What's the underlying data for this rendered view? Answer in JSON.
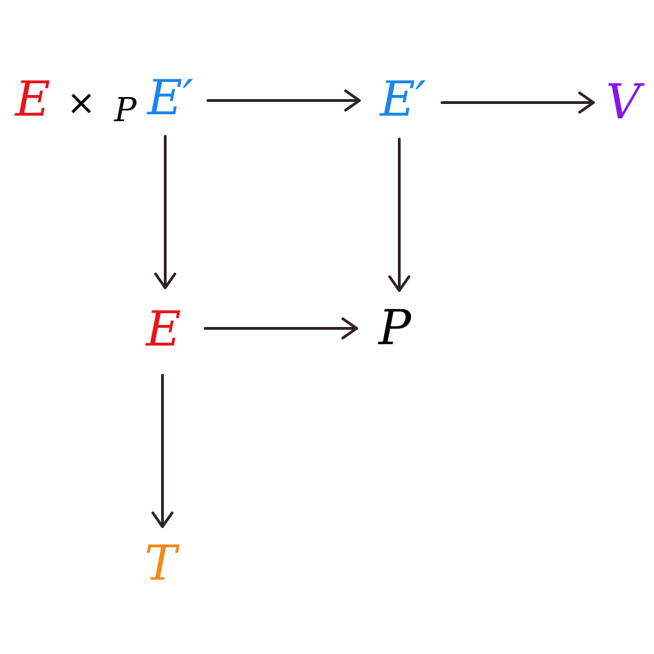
{
  "colors": {
    "E": "#e8141c",
    "E_prime": "#1a86e8",
    "V": "#8a15e6",
    "T": "#f08a1c",
    "P": "#000000",
    "arrow": "#2d2325"
  },
  "nodes": {
    "fiber_product": {
      "left": "E",
      "times": "×",
      "subscript": "P",
      "right": "E′"
    },
    "e_prime": "E′",
    "v": "V",
    "e": "E",
    "p": "P",
    "t": "T"
  },
  "arrows": [
    {
      "from": "E ×_P E′",
      "to": "E′"
    },
    {
      "from": "E′",
      "to": "V"
    },
    {
      "from": "E ×_P E′",
      "to": "E"
    },
    {
      "from": "E′",
      "to": "P"
    },
    {
      "from": "E",
      "to": "P"
    },
    {
      "from": "E",
      "to": "T"
    }
  ]
}
